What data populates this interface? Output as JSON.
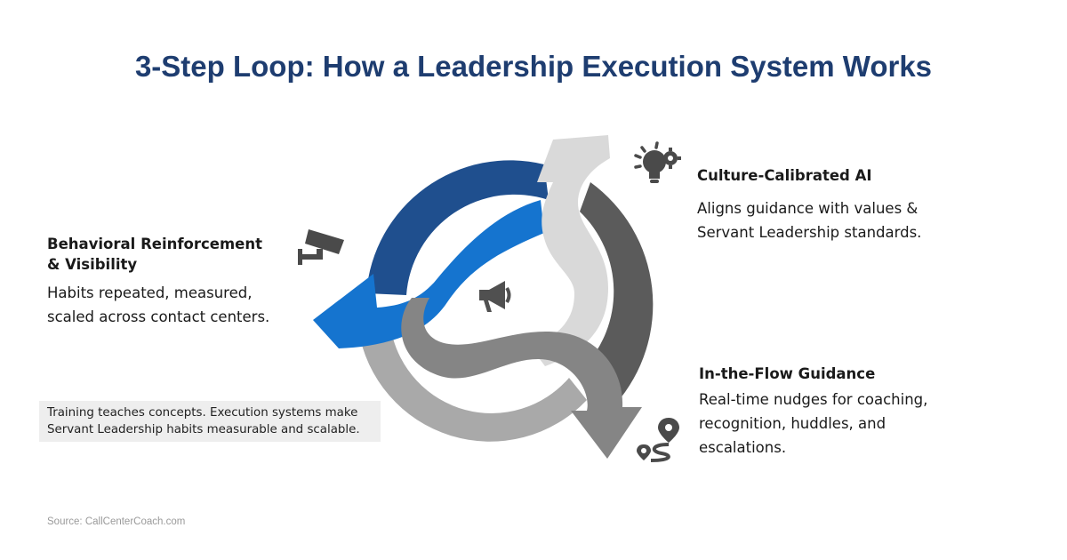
{
  "title": "3-Step Loop: How a Leadership Execution System Works",
  "steps": {
    "culture_ai": {
      "heading": "Culture-Calibrated AI",
      "line1": "Aligns guidance with values &",
      "line2": "Servant Leadership standards.",
      "icon": "lightbulb-gear-icon"
    },
    "in_flow": {
      "heading": "In-the-Flow Guidance",
      "line1": "Real-time nudges for coaching,",
      "line2": "recognition, huddles, and",
      "line3": "escalations.",
      "icon": "route-pin-icon"
    },
    "reinforcement": {
      "heading_line1": "Behavioral Reinforcement",
      "heading_line2": "& Visibility",
      "line1": "Habits repeated, measured,",
      "line2": "scaled across contact centers.",
      "icon": "security-camera-icon"
    }
  },
  "center_icon": "megaphone-icon",
  "note": {
    "line1": "Training teaches concepts. Execution systems make",
    "line2": "Servant Leadership habits measurable and scalable."
  },
  "source": "Source: CallCenterCoach.com",
  "colors": {
    "title": "#1e3d70",
    "arrow_dark_blue": "#1f4f8e",
    "arrow_blue": "#1574cf",
    "arrow_light_gray": "#d9d9d9",
    "arrow_dark_gray": "#5b5b5b",
    "arrow_mid_gray": "#858585",
    "arrow_light_mid_gray": "#a9a9a9",
    "note_bg": "#eeeeee"
  }
}
